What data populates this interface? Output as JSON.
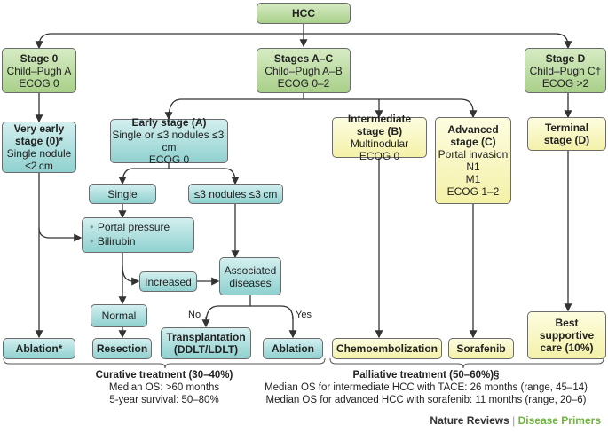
{
  "root": {
    "title": "HCC"
  },
  "stages": {
    "stage0": {
      "title": "Stage 0",
      "line1": "Child–Pugh A",
      "line2": "ECOG 0"
    },
    "stageAC": {
      "title": "Stages A–C",
      "line1": "Child–Pugh A–B",
      "line2": "ECOG 0–2"
    },
    "stageD": {
      "title": "Stage D",
      "line1": "Child–Pugh C†",
      "line2": "ECOG >2"
    }
  },
  "substages": {
    "very_early": {
      "title1": "Very early",
      "title2": "stage (0)*",
      "line1": "Single nodule",
      "line2": "≤2 cm"
    },
    "early": {
      "title": "Early stage (A)",
      "line1": "Single or ≤3 nodules ≤3 cm",
      "line2": "ECOG 0"
    },
    "intermediate": {
      "title1": "Intermediate",
      "title2": "stage (B)",
      "line1": "Multinodular",
      "line2": "ECOG 0"
    },
    "advanced": {
      "title1": "Advanced",
      "title2": "stage (C)",
      "line1": "Portal invasion",
      "line2": "N1",
      "line3": "M1",
      "line4": "ECOG 1–2"
    },
    "terminal": {
      "title1": "Terminal",
      "title2": "stage (D)"
    }
  },
  "early_branches": {
    "single": "Single",
    "three_nodules": "≤3 nodules ≤3 cm",
    "portal_pressure": "Portal pressure",
    "bilirubin": "Bilirubin",
    "increased": "Increased",
    "associated1": "Associated",
    "associated2": "diseases",
    "normal": "Normal",
    "no": "No",
    "yes": "Yes"
  },
  "treatments": {
    "ablation_star": "Ablation*",
    "resection": "Resection",
    "transplant1": "Transplantation",
    "transplant2": "(DDLT/LDLT)",
    "ablation": "Ablation",
    "chemo": "Chemoembolization",
    "sorafenib": "Sorafenib",
    "bsc1": "Best",
    "bsc2": "supportive",
    "bsc3": "care (10%)"
  },
  "footer": {
    "curative": {
      "head": "Curative treatment (30–40%)",
      "line1": "Median OS: >60 months",
      "line2": "5-year survival: 50–80%"
    },
    "palliative": {
      "head": "Palliative treatment (50–60%)§",
      "line1": "Median OS for intermediate HCC with TACE: 26 months (range, 45–14)",
      "line2": "Median OS for advanced HCC with sorafenib: 11 months (range, 20–6)"
    }
  },
  "credit": {
    "publisher": "Nature Reviews",
    "separator": " | ",
    "journal": "Disease Primers"
  },
  "colors": {
    "stage_green": "#a9d08a",
    "substage_teal": "#8fd1cf",
    "palliative_yellow": "#f4f1a8",
    "journal_green": "#6fb33f"
  }
}
